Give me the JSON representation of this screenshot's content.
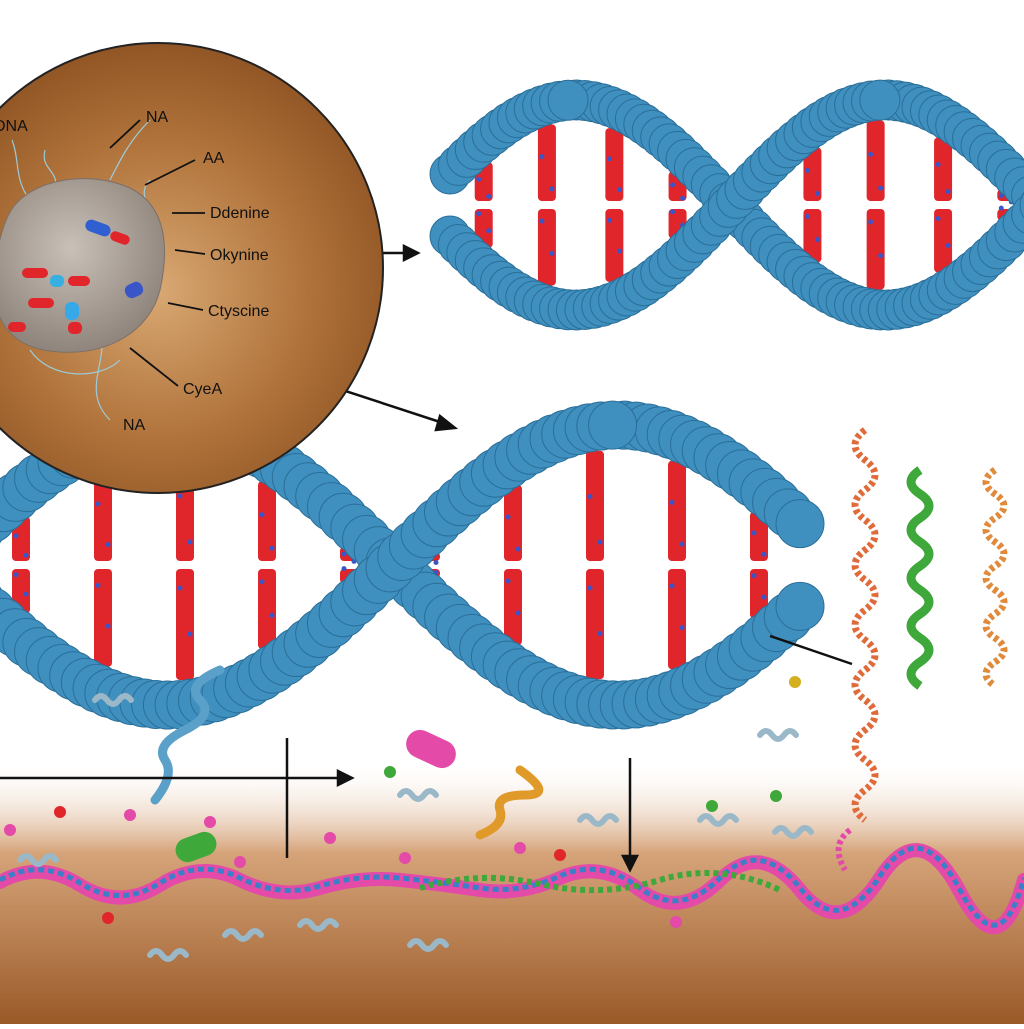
{
  "labels": {
    "dna_left": "DNA",
    "na_top": "NA",
    "aa": "AA",
    "adenine": "Ddenine",
    "thymine": "Okynine",
    "cytosine": "Ctyscine",
    "cysa": "CyeA",
    "na_bottom": "NA"
  },
  "colors": {
    "backbone": "#3f8fbf",
    "base_red": "#e0262b",
    "base_blue": "#3a55c8",
    "inset_bg": "#a8622a",
    "ground": "#a0632f",
    "strand_green": "#3fa83a",
    "strand_pink": "#e44aa8"
  }
}
